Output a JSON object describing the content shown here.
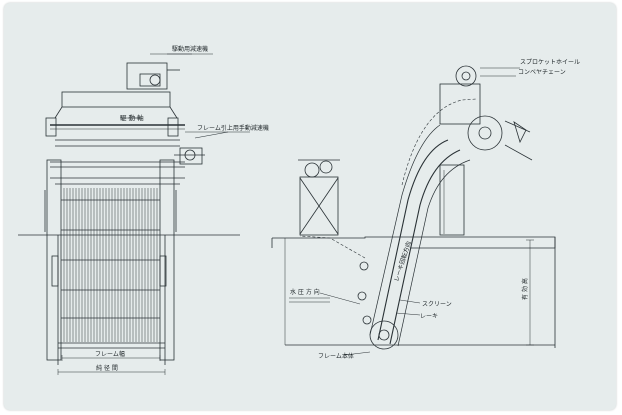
{
  "labels": {
    "drive_reducer": "駆動用減速機",
    "drive_shaft": "駆 動 軸",
    "frame_lift_reducer": "フレーム引上用手動減速機",
    "frame_width": "フレーム幅",
    "channel_width": "純 径 間",
    "sprocket_wheel": "スプロケットホイール",
    "conveyor_chain": "コンベヤチェーン",
    "water_flow": "水 圧 方 向",
    "scraper_direction": "レーキ回転方向",
    "screen": "スクリーン",
    "rake": "レーキ",
    "frame_body": "フレーム本体",
    "effective_height": "有 効 高"
  },
  "colors": {
    "background": "#e6ecec",
    "line": "#2a3236"
  }
}
